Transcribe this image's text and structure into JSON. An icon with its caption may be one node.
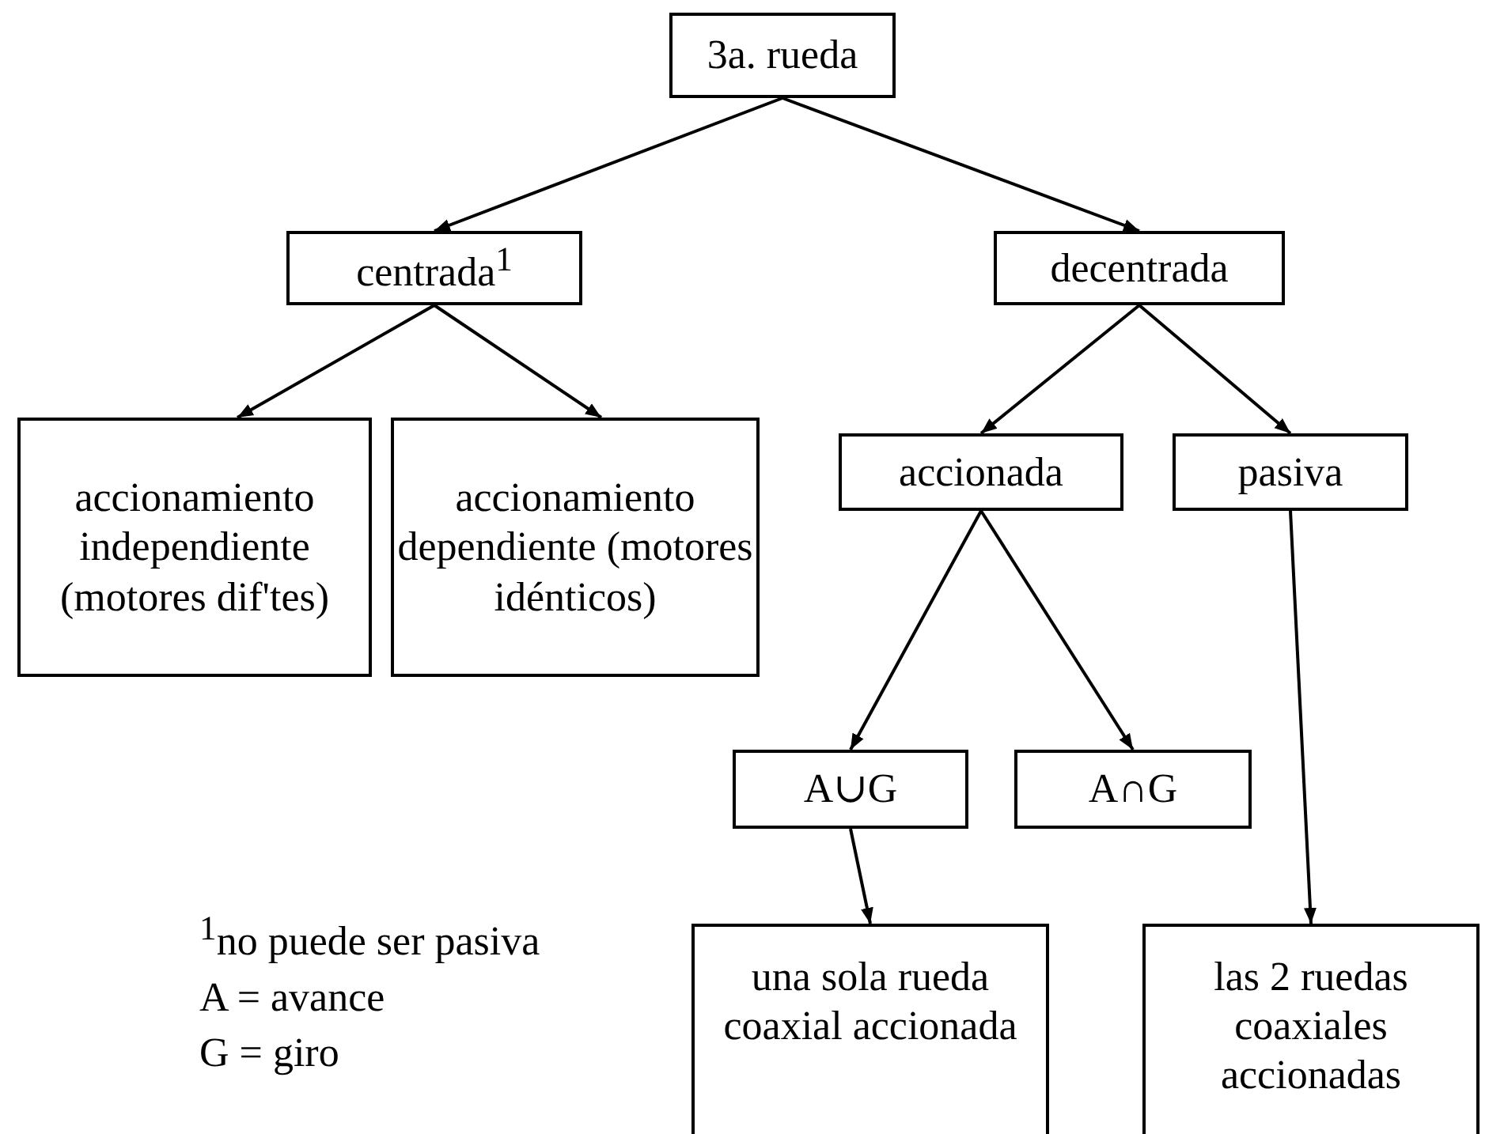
{
  "diagram": {
    "nodes": [
      {
        "text": [
          "3a. rueda"
        ]
      },
      {
        "text": [
          "centrada$^{1}$"
        ]
      },
      {
        "text": [
          "decentrada"
        ]
      },
      {
        "text": [
          "accionamiento independiente (motores dif'tes)"
        ]
      },
      {
        "text": [
          "accionamiento dependiente (motores idénticos)"
        ]
      },
      {
        "text": [
          "accionada"
        ]
      },
      {
        "text": [
          "pasiva"
        ]
      },
      {
        "text": [
          "A∪G"
        ]
      },
      {
        "text": [
          "A∩G"
        ]
      },
      {
        "text": [
          "una sola rueda coaxial accionada"
        ]
      },
      {
        "text": [
          "las 2 ruedas coaxiales accionadas"
        ]
      }
    ],
    "edges": [
      {
        "from": 0,
        "to": 1,
        "arrow": "to"
      },
      {
        "from": 0,
        "to": 2,
        "arrow": "to"
      },
      {
        "from": 1,
        "to": 3,
        "arrow": "to"
      },
      {
        "from": 1,
        "to": 4,
        "arrow": "to"
      },
      {
        "from": 2,
        "to": 5,
        "arrow": "to"
      },
      {
        "from": 2,
        "to": 6,
        "arrow": "to"
      },
      {
        "from": 5,
        "to": 7,
        "arrow": "to"
      },
      {
        "from": 5,
        "to": 8,
        "arrow": "to"
      },
      {
        "from": 7,
        "to": 9,
        "arrow": "to"
      },
      {
        "from": 6,
        "to": 10,
        "arrow": "to"
      }
    ],
    "labels": [
      "$^{1}$no puede ser pasiva",
      "A = avance",
      "G = giro"
    ]
  }
}
